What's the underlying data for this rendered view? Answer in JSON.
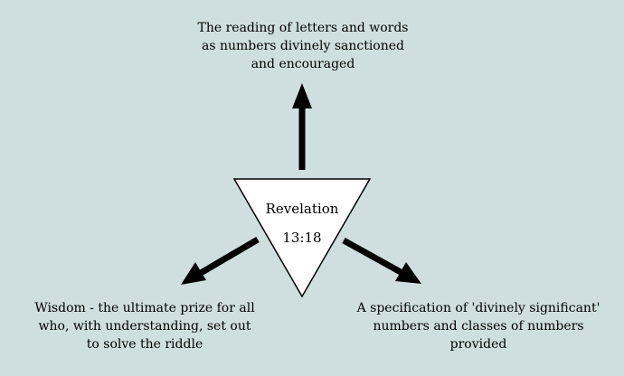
{
  "colors": {
    "background": "#cfdfdf",
    "triangle_fill": "#ffffff",
    "stroke": "#000000"
  },
  "center": {
    "line1": "Revelation",
    "line2": "13:18"
  },
  "top_label": {
    "lines": [
      "The reading of letters and words",
      "as numbers divinely sanctioned",
      "and encouraged"
    ]
  },
  "left_label": {
    "lines": [
      "Wisdom - the ultimate prize for all",
      "who, with understanding, set out",
      "to solve the riddle"
    ]
  },
  "right_label": {
    "lines": [
      "A specification of 'divinely significant'",
      "numbers and classes of numbers",
      "provided"
    ]
  }
}
